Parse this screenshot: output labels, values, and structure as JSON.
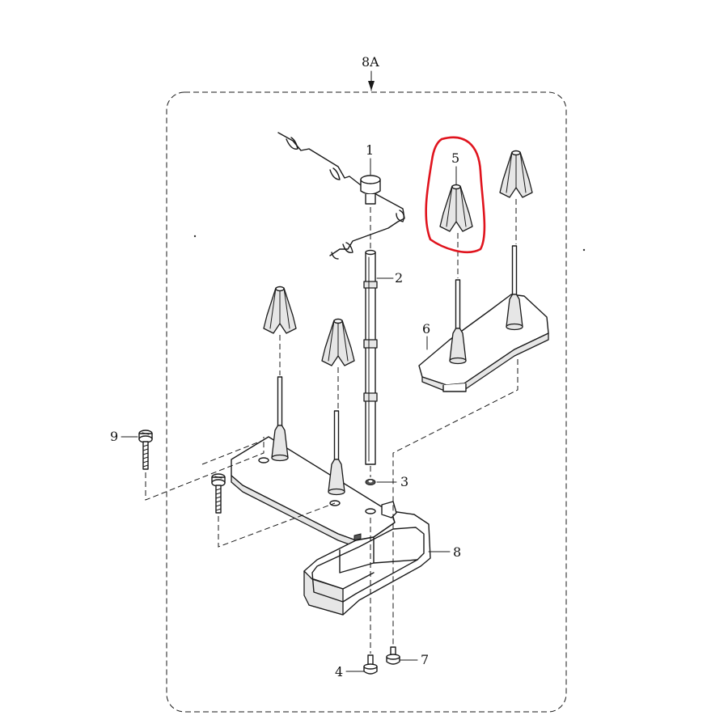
{
  "diagram": {
    "group_label": "8A",
    "parts": {
      "p1": "1",
      "p2": "2",
      "p3": "3",
      "p4": "4",
      "p5": "5",
      "p6": "6",
      "p7": "7",
      "p8": "8",
      "p9": "9"
    },
    "highlight": {
      "part": "5",
      "color": "#e0141e"
    },
    "colors": {
      "line": "#1a1a1a",
      "background": "#ffffff"
    }
  }
}
